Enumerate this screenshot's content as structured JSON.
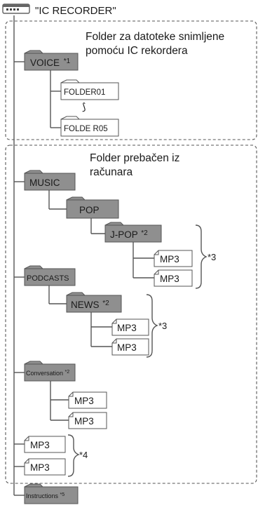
{
  "root": {
    "label": "\"IC RECORDER\"",
    "icon": "recorder-device-icon"
  },
  "sections": {
    "recorded": {
      "caption_line1": "Folder za datoteke snimljene",
      "caption_line2": "pomoću IC rekordera"
    },
    "computer": {
      "caption_line1": "Folder prebačen iz",
      "caption_line2": "računara"
    }
  },
  "folders": {
    "voice": "VOICE",
    "voice_note": "*1",
    "folder01": "FOLDER01",
    "ellipsis": "⟆",
    "folder05": "FOLDE R05",
    "music": "MUSIC",
    "pop": "POP",
    "jpop": "J-POP",
    "jpop_note": "*2",
    "podcasts": "PODCASTS",
    "news": "NEWS",
    "news_note": "*2",
    "conversation": "Conversation",
    "conversation_note": "*2",
    "instructions": "Instructions",
    "instructions_note": "*5"
  },
  "files": {
    "mp3": "MP3"
  },
  "notes": {
    "n3a": "*3",
    "n3b": "*3",
    "n4": "*4"
  }
}
